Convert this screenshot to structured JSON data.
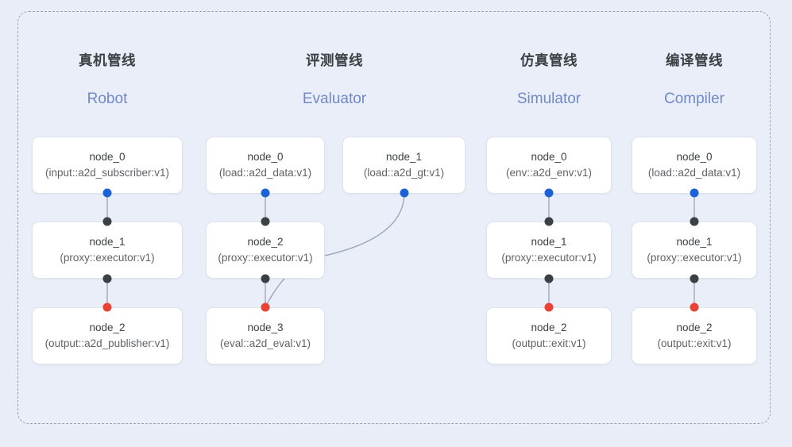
{
  "diagram": {
    "container_label": "pipeline-group",
    "background_color": "#e8edf8",
    "frame_border_color": "#9aa2b1",
    "port_colors": {
      "output": "#1a62d6",
      "link": "#3c4043",
      "terminal": "#ea4335"
    },
    "edge_color": "#9aa3b4"
  },
  "columns": [
    {
      "title": "真机管线",
      "subtitle": "Robot",
      "nodes": [
        {
          "name": "node_0",
          "spec": "(input::a2d_subscriber:v1)"
        },
        {
          "name": "node_1",
          "spec": "(proxy::executor:v1)"
        },
        {
          "name": "node_2",
          "spec": "(output::a2d_publisher:v1)"
        }
      ]
    },
    {
      "title": "评测管线",
      "subtitle": "Evaluator",
      "nodes": [
        {
          "name": "node_0",
          "spec": "(load::a2d_data:v1)"
        },
        {
          "name": "node_1",
          "spec": "(load::a2d_gt:v1)"
        },
        {
          "name": "node_2",
          "spec": "(proxy::executor:v1)"
        },
        {
          "name": "node_3",
          "spec": "(eval::a2d_eval:v1)"
        }
      ]
    },
    {
      "title": "仿真管线",
      "subtitle": "Simulator",
      "nodes": [
        {
          "name": "node_0",
          "spec": "(env::a2d_env:v1)"
        },
        {
          "name": "node_1",
          "spec": "(proxy::executor:v1)"
        },
        {
          "name": "node_2",
          "spec": "(output::exit:v1)"
        }
      ]
    },
    {
      "title": "编译管线",
      "subtitle": "Compiler",
      "nodes": [
        {
          "name": "node_0",
          "spec": "(load::a2d_data:v1)"
        },
        {
          "name": "node_1",
          "spec": "(proxy::executor:v1)"
        },
        {
          "name": "node_2",
          "spec": "(output::exit:v1)"
        }
      ]
    }
  ]
}
